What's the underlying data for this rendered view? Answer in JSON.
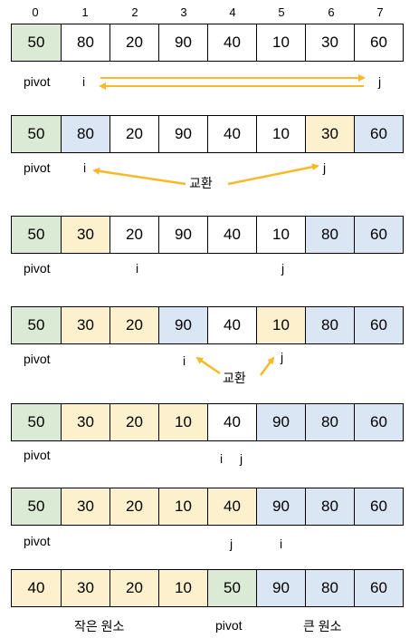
{
  "indices": [
    "0",
    "1",
    "2",
    "3",
    "4",
    "5",
    "6",
    "7"
  ],
  "colors": {
    "green": "#dbead4",
    "yellow": "#fdf1cd",
    "blue": "#dbe6f5",
    "white": "#ffffff",
    "arrow": "#f8b928"
  },
  "rows": [
    {
      "cells": [
        {
          "value": "50",
          "color": "green"
        },
        {
          "value": "80",
          "color": "white"
        },
        {
          "value": "20",
          "color": "white"
        },
        {
          "value": "90",
          "color": "white"
        },
        {
          "value": "40",
          "color": "white"
        },
        {
          "value": "10",
          "color": "white"
        },
        {
          "value": "30",
          "color": "white"
        },
        {
          "value": "60",
          "color": "white"
        }
      ],
      "labels": {
        "pivot": "pivot",
        "i": "i",
        "j": "j"
      }
    },
    {
      "cells": [
        {
          "value": "50",
          "color": "green"
        },
        {
          "value": "80",
          "color": "blue"
        },
        {
          "value": "20",
          "color": "white"
        },
        {
          "value": "90",
          "color": "white"
        },
        {
          "value": "40",
          "color": "white"
        },
        {
          "value": "10",
          "color": "white"
        },
        {
          "value": "30",
          "color": "yellow"
        },
        {
          "value": "60",
          "color": "blue"
        }
      ],
      "labels": {
        "pivot": "pivot",
        "i": "i",
        "j": "j",
        "swap": "교환"
      }
    },
    {
      "cells": [
        {
          "value": "50",
          "color": "green"
        },
        {
          "value": "30",
          "color": "yellow"
        },
        {
          "value": "20",
          "color": "white"
        },
        {
          "value": "90",
          "color": "white"
        },
        {
          "value": "40",
          "color": "white"
        },
        {
          "value": "10",
          "color": "white"
        },
        {
          "value": "80",
          "color": "blue"
        },
        {
          "value": "60",
          "color": "blue"
        }
      ],
      "labels": {
        "pivot": "pivot",
        "i": "i",
        "j": "j"
      }
    },
    {
      "cells": [
        {
          "value": "50",
          "color": "green"
        },
        {
          "value": "30",
          "color": "yellow"
        },
        {
          "value": "20",
          "color": "yellow"
        },
        {
          "value": "90",
          "color": "blue"
        },
        {
          "value": "40",
          "color": "white"
        },
        {
          "value": "10",
          "color": "yellow"
        },
        {
          "value": "80",
          "color": "blue"
        },
        {
          "value": "60",
          "color": "blue"
        }
      ],
      "labels": {
        "pivot": "pivot",
        "i": "i",
        "j": "j",
        "swap": "교환"
      }
    },
    {
      "cells": [
        {
          "value": "50",
          "color": "green"
        },
        {
          "value": "30",
          "color": "yellow"
        },
        {
          "value": "20",
          "color": "yellow"
        },
        {
          "value": "10",
          "color": "yellow"
        },
        {
          "value": "40",
          "color": "white"
        },
        {
          "value": "90",
          "color": "blue"
        },
        {
          "value": "80",
          "color": "blue"
        },
        {
          "value": "60",
          "color": "blue"
        }
      ],
      "labels": {
        "pivot": "pivot",
        "i": "i",
        "j": "j"
      }
    },
    {
      "cells": [
        {
          "value": "50",
          "color": "green"
        },
        {
          "value": "30",
          "color": "yellow"
        },
        {
          "value": "20",
          "color": "yellow"
        },
        {
          "value": "10",
          "color": "yellow"
        },
        {
          "value": "40",
          "color": "yellow"
        },
        {
          "value": "90",
          "color": "blue"
        },
        {
          "value": "80",
          "color": "blue"
        },
        {
          "value": "60",
          "color": "blue"
        }
      ],
      "labels": {
        "pivot": "pivot",
        "i": "i",
        "j": "j"
      }
    },
    {
      "cells": [
        {
          "value": "40",
          "color": "yellow"
        },
        {
          "value": "30",
          "color": "yellow"
        },
        {
          "value": "20",
          "color": "yellow"
        },
        {
          "value": "10",
          "color": "yellow"
        },
        {
          "value": "50",
          "color": "green"
        },
        {
          "value": "90",
          "color": "blue"
        },
        {
          "value": "80",
          "color": "blue"
        },
        {
          "value": "60",
          "color": "blue"
        }
      ],
      "labels": {
        "small": "작은 원소",
        "pivot": "pivot",
        "large": "큰 원소"
      }
    }
  ]
}
